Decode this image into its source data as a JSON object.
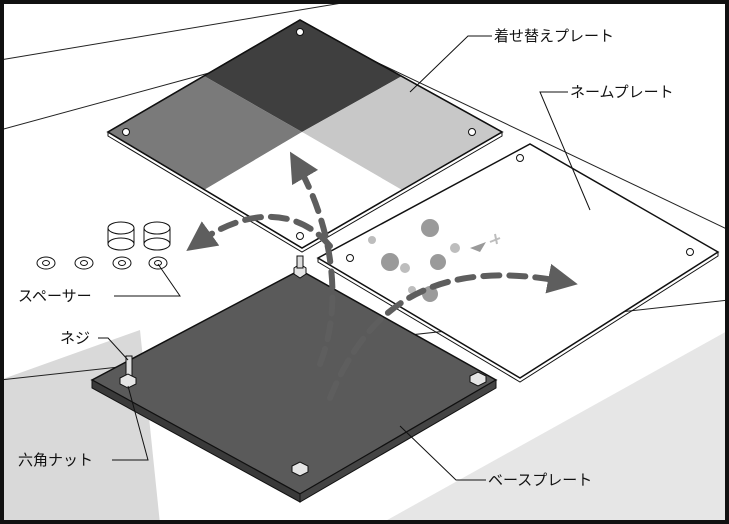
{
  "labels": {
    "kisekae": "着せ替えプレート",
    "name_plate": "ネームプレート",
    "spacer": "スペーサー",
    "screw": "ネジ",
    "nut": "六角ナット",
    "base_plate": "ベースプレート"
  },
  "colors": {
    "frame": "#111111",
    "background_band": "#d9d9d9",
    "base_plate": "#5a5a5a",
    "tile_darkest": "#3f3f3f",
    "tile_mid": "#7a7a7a",
    "tile_light": "#c8c8c8",
    "arrow": "#5e5e5e",
    "name_pattern": "#bdbdbd"
  },
  "icons": [
    "spacer-ring-icon",
    "spacer-cylinder-icon",
    "screw-icon",
    "hex-nut-icon",
    "flower-icon",
    "bird-icon"
  ]
}
